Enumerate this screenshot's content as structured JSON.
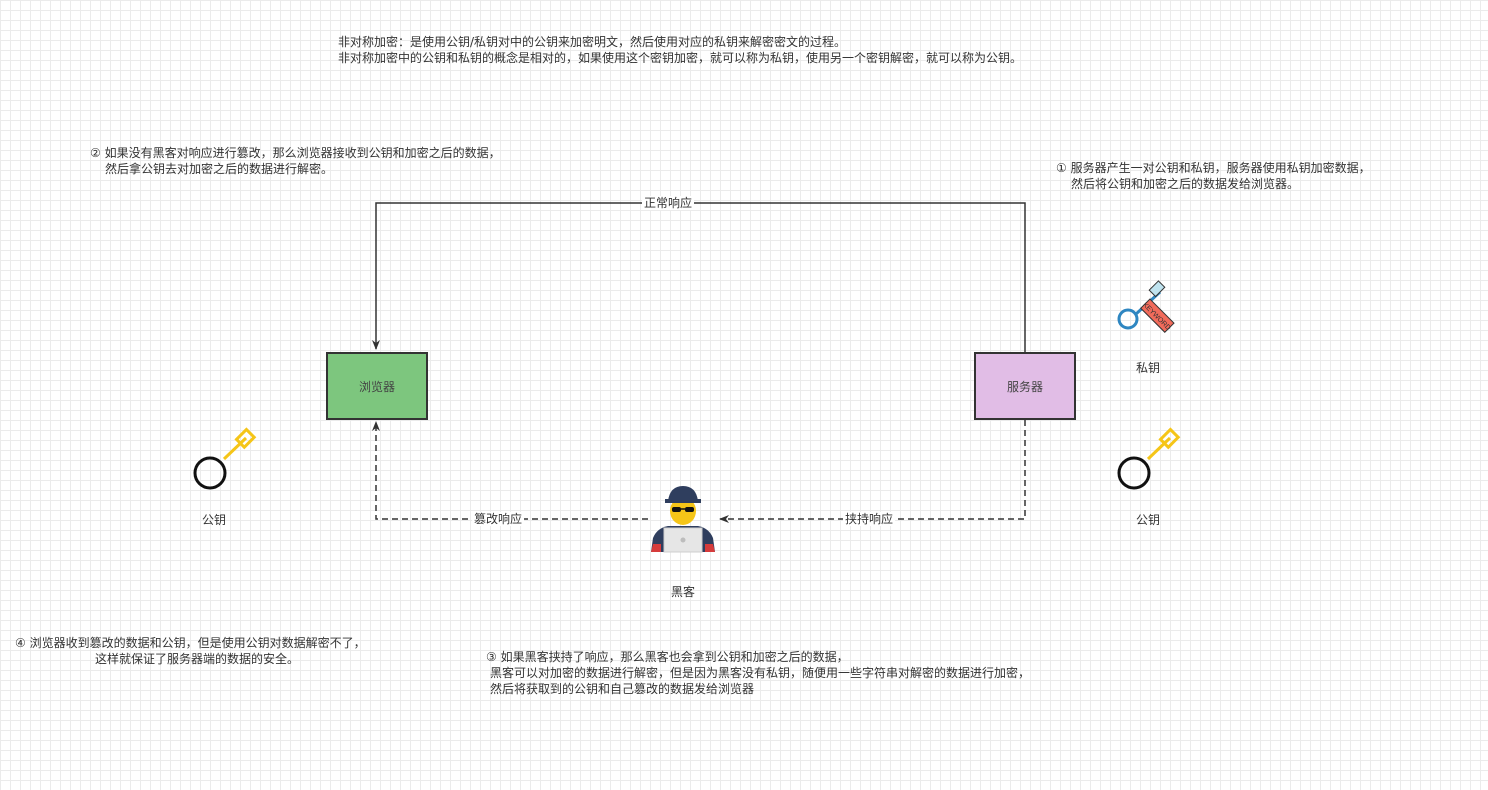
{
  "intro": {
    "line1": "非对称加密：是使用公钥/私钥对中的公钥来加密明文，然后使用对应的私钥来解密密文的过程。",
    "line2": "非对称加密中的公钥和私钥的概念是相对的，如果使用这个密钥加密，就可以称为私钥，使用另一个密钥解密，就可以称为公钥。"
  },
  "step1": {
    "line1": "① 服务器产生一对公钥和私钥，服务器使用私钥加密数据，",
    "line2": "然后将公钥和加密之后的数据发给浏览器。"
  },
  "step2": {
    "line1": "② 如果没有黑客对响应进行篡改，那么浏览器接收到公钥和加密之后的数据，",
    "line2": "然后拿公钥去对加密之后的数据进行解密。"
  },
  "step3": {
    "line1": "③ 如果黑客挟持了响应，那么黑客也会拿到公钥和加密之后的数据，",
    "line2": "黑客可以对加密的数据进行解密，但是因为黑客没有私钥，随便用一些字符串对解密的数据进行加密，",
    "line3": "然后将获取到的公钥和自己篡改的数据发给浏览器"
  },
  "step4": {
    "line1": "④ 浏览器收到篡改的数据和公钥，但是使用公钥对数据解密不了，",
    "line2": "这样就保证了服务器端的数据的安全。"
  },
  "nodes": {
    "browser": "浏览器",
    "server": "服务器",
    "hacker": "黑客",
    "private_key": "私钥",
    "public_key_left": "公钥",
    "public_key_right": "公钥"
  },
  "edges": {
    "normal": "正常响应",
    "hijack": "挟持响应",
    "tamper": "篡改响应"
  },
  "keyword_badge": "KEYWORD",
  "colors": {
    "browser_fill": "#7dc67e",
    "server_fill": "#e1bde6",
    "key_yellow": "#f5c518",
    "private_key_red": "#f26b5b",
    "private_key_blue": "#2e86c1"
  }
}
